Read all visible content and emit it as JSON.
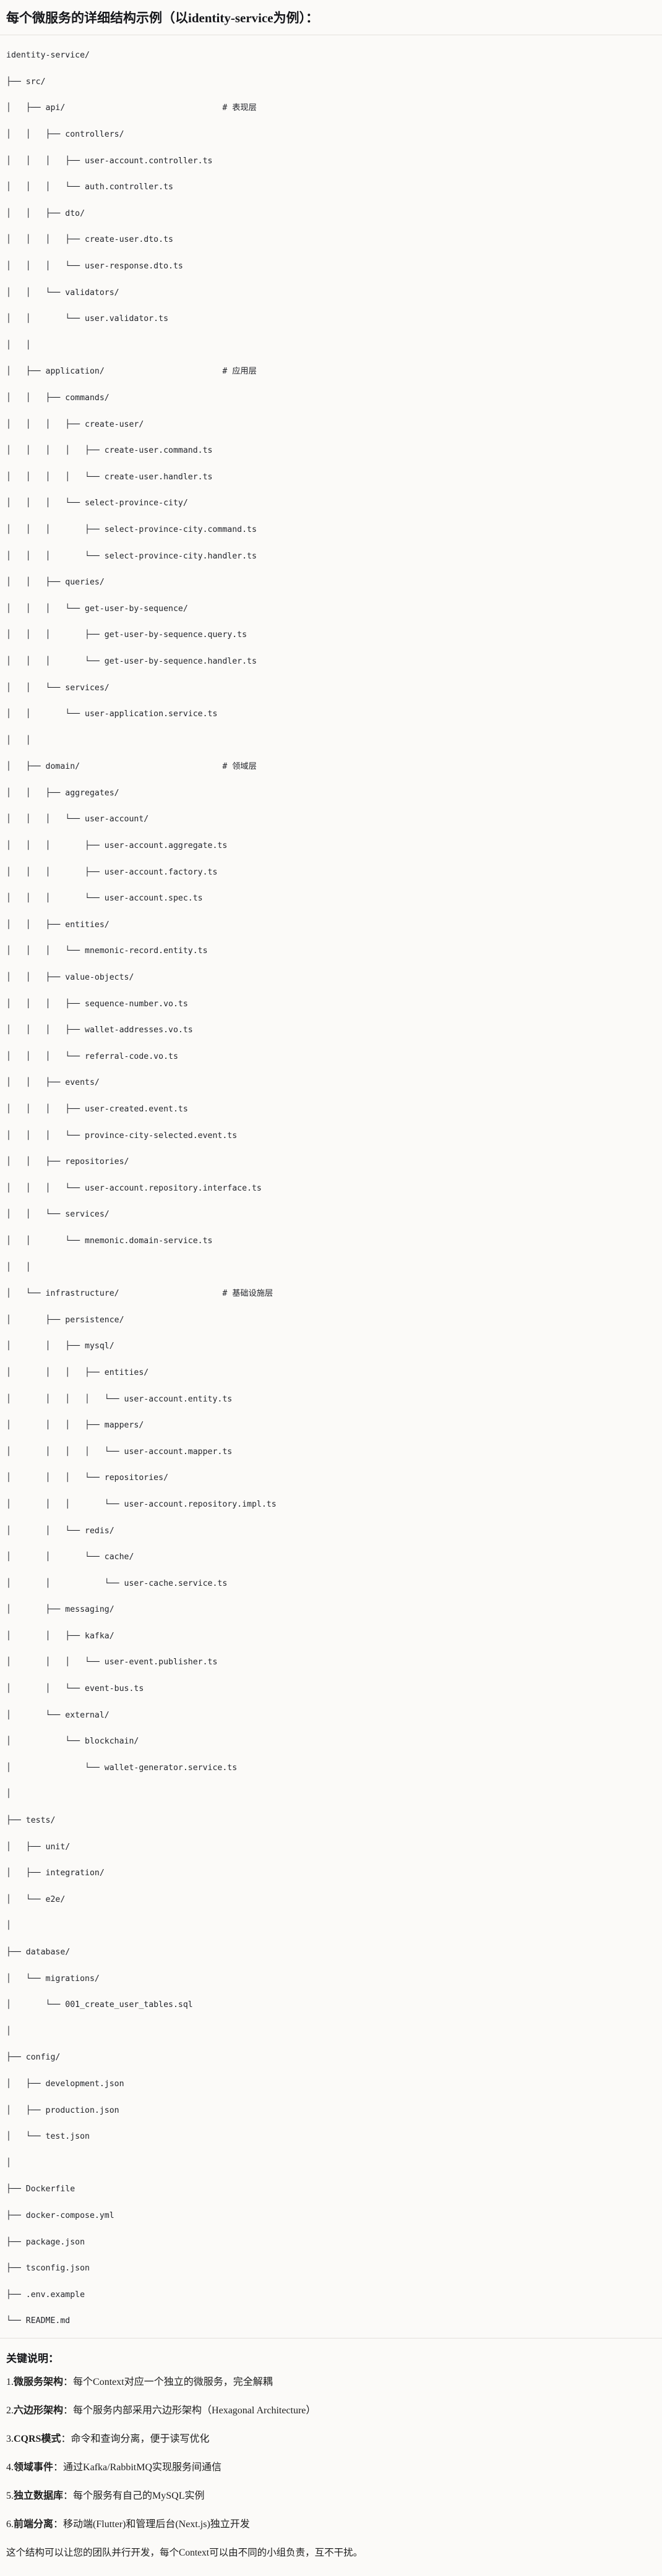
{
  "title": "每个微服务的详细结构示例（以identity-service为例）：",
  "tree": {
    "root": "identity-service/",
    "lines": [
      {
        "text": "identity-service/",
        "comment": ""
      },
      {
        "text": "├── src/",
        "comment": ""
      },
      {
        "text": "│   ├── api/",
        "comment": "# 表现层"
      },
      {
        "text": "│   │   ├── controllers/",
        "comment": ""
      },
      {
        "text": "│   │   │   ├── user-account.controller.ts",
        "comment": ""
      },
      {
        "text": "│   │   │   └── auth.controller.ts",
        "comment": ""
      },
      {
        "text": "│   │   ├── dto/",
        "comment": ""
      },
      {
        "text": "│   │   │   ├── create-user.dto.ts",
        "comment": ""
      },
      {
        "text": "│   │   │   └── user-response.dto.ts",
        "comment": ""
      },
      {
        "text": "│   │   └── validators/",
        "comment": ""
      },
      {
        "text": "│   │       └── user.validator.ts",
        "comment": ""
      },
      {
        "text": "│   │",
        "comment": ""
      },
      {
        "text": "│   ├── application/",
        "comment": "# 应用层"
      },
      {
        "text": "│   │   ├── commands/",
        "comment": ""
      },
      {
        "text": "│   │   │   ├── create-user/",
        "comment": ""
      },
      {
        "text": "│   │   │   │   ├── create-user.command.ts",
        "comment": ""
      },
      {
        "text": "│   │   │   │   └── create-user.handler.ts",
        "comment": ""
      },
      {
        "text": "│   │   │   └── select-province-city/",
        "comment": ""
      },
      {
        "text": "│   │   │       ├── select-province-city.command.ts",
        "comment": ""
      },
      {
        "text": "│   │   │       └── select-province-city.handler.ts",
        "comment": ""
      },
      {
        "text": "│   │   ├── queries/",
        "comment": ""
      },
      {
        "text": "│   │   │   └── get-user-by-sequence/",
        "comment": ""
      },
      {
        "text": "│   │   │       ├── get-user-by-sequence.query.ts",
        "comment": ""
      },
      {
        "text": "│   │   │       └── get-user-by-sequence.handler.ts",
        "comment": ""
      },
      {
        "text": "│   │   └── services/",
        "comment": ""
      },
      {
        "text": "│   │       └── user-application.service.ts",
        "comment": ""
      },
      {
        "text": "│   │",
        "comment": ""
      },
      {
        "text": "│   ├── domain/",
        "comment": "# 领域层"
      },
      {
        "text": "│   │   ├── aggregates/",
        "comment": ""
      },
      {
        "text": "│   │   │   └── user-account/",
        "comment": ""
      },
      {
        "text": "│   │   │       ├── user-account.aggregate.ts",
        "comment": ""
      },
      {
        "text": "│   │   │       ├── user-account.factory.ts",
        "comment": ""
      },
      {
        "text": "│   │   │       └── user-account.spec.ts",
        "comment": ""
      },
      {
        "text": "│   │   ├── entities/",
        "comment": ""
      },
      {
        "text": "│   │   │   └── mnemonic-record.entity.ts",
        "comment": ""
      },
      {
        "text": "│   │   ├── value-objects/",
        "comment": ""
      },
      {
        "text": "│   │   │   ├── sequence-number.vo.ts",
        "comment": ""
      },
      {
        "text": "│   │   │   ├── wallet-addresses.vo.ts",
        "comment": ""
      },
      {
        "text": "│   │   │   └── referral-code.vo.ts",
        "comment": ""
      },
      {
        "text": "│   │   ├── events/",
        "comment": ""
      },
      {
        "text": "│   │   │   ├── user-created.event.ts",
        "comment": ""
      },
      {
        "text": "│   │   │   └── province-city-selected.event.ts",
        "comment": ""
      },
      {
        "text": "│   │   ├── repositories/",
        "comment": ""
      },
      {
        "text": "│   │   │   └── user-account.repository.interface.ts",
        "comment": ""
      },
      {
        "text": "│   │   └── services/",
        "comment": ""
      },
      {
        "text": "│   │       └── mnemonic.domain-service.ts",
        "comment": ""
      },
      {
        "text": "│   │",
        "comment": ""
      },
      {
        "text": "│   └── infrastructure/",
        "comment": "# 基础设施层"
      },
      {
        "text": "│       ├── persistence/",
        "comment": ""
      },
      {
        "text": "│       │   ├── mysql/",
        "comment": ""
      },
      {
        "text": "│       │   │   ├── entities/",
        "comment": ""
      },
      {
        "text": "│       │   │   │   └── user-account.entity.ts",
        "comment": ""
      },
      {
        "text": "│       │   │   ├── mappers/",
        "comment": ""
      },
      {
        "text": "│       │   │   │   └── user-account.mapper.ts",
        "comment": ""
      },
      {
        "text": "│       │   │   └── repositories/",
        "comment": ""
      },
      {
        "text": "│       │   │       └── user-account.repository.impl.ts",
        "comment": ""
      },
      {
        "text": "│       │   └── redis/",
        "comment": ""
      },
      {
        "text": "│       │       └── cache/",
        "comment": ""
      },
      {
        "text": "│       │           └── user-cache.service.ts",
        "comment": ""
      },
      {
        "text": "│       ├── messaging/",
        "comment": ""
      },
      {
        "text": "│       │   ├── kafka/",
        "comment": ""
      },
      {
        "text": "│       │   │   └── user-event.publisher.ts",
        "comment": ""
      },
      {
        "text": "│       │   └── event-bus.ts",
        "comment": ""
      },
      {
        "text": "│       └── external/",
        "comment": ""
      },
      {
        "text": "│           └── blockchain/",
        "comment": ""
      },
      {
        "text": "│               └── wallet-generator.service.ts",
        "comment": ""
      },
      {
        "text": "│",
        "comment": ""
      },
      {
        "text": "├── tests/",
        "comment": ""
      },
      {
        "text": "│   ├── unit/",
        "comment": ""
      },
      {
        "text": "│   ├── integration/",
        "comment": ""
      },
      {
        "text": "│   └── e2e/",
        "comment": ""
      },
      {
        "text": "│",
        "comment": ""
      },
      {
        "text": "├── database/",
        "comment": ""
      },
      {
        "text": "│   └── migrations/",
        "comment": ""
      },
      {
        "text": "│       └── 001_create_user_tables.sql",
        "comment": ""
      },
      {
        "text": "│",
        "comment": ""
      },
      {
        "text": "├── config/",
        "comment": ""
      },
      {
        "text": "│   ├── development.json",
        "comment": ""
      },
      {
        "text": "│   ├── production.json",
        "comment": ""
      },
      {
        "text": "│   └── test.json",
        "comment": ""
      },
      {
        "text": "│",
        "comment": ""
      },
      {
        "text": "├── Dockerfile",
        "comment": ""
      },
      {
        "text": "├── docker-compose.yml",
        "comment": ""
      },
      {
        "text": "├── package.json",
        "comment": ""
      },
      {
        "text": "├── tsconfig.json",
        "comment": ""
      },
      {
        "text": "├── .env.example",
        "comment": ""
      },
      {
        "text": "└── README.md",
        "comment": ""
      }
    ],
    "comment_column": 44
  },
  "keys": {
    "heading": "关键说明：",
    "items": [
      {
        "num": "1.",
        "term": "微服务架构",
        "sep": "：",
        "desc": "每个Context对应一个独立的微服务，完全解耦"
      },
      {
        "num": "2.",
        "term": "六边形架构",
        "sep": "：",
        "desc": "每个服务内部采用六边形架构（Hexagonal Architecture）"
      },
      {
        "num": "3.",
        "term": "CQRS模式",
        "sep": "：",
        "desc": "命令和查询分离，便于读写优化"
      },
      {
        "num": "4.",
        "term": "领域事件",
        "sep": "：",
        "desc": "通过Kafka/RabbitMQ实现服务间通信"
      },
      {
        "num": "5.",
        "term": "独立数据库",
        "sep": "：",
        "desc": "每个服务有自己的MySQL实例"
      },
      {
        "num": "6.",
        "term": "前端分离",
        "sep": "：",
        "desc": "移动端(Flutter)和管理后台(Next.js)独立开发"
      }
    ],
    "closing": "这个结构可以让您的团队并行开发，每个Context可以由不同的小组负责，互不干扰。"
  },
  "colors": {
    "background": "#fbfaf8",
    "text": "#1d1d1d",
    "mono_text": "#23252b",
    "divider": "#e3e1dd"
  }
}
